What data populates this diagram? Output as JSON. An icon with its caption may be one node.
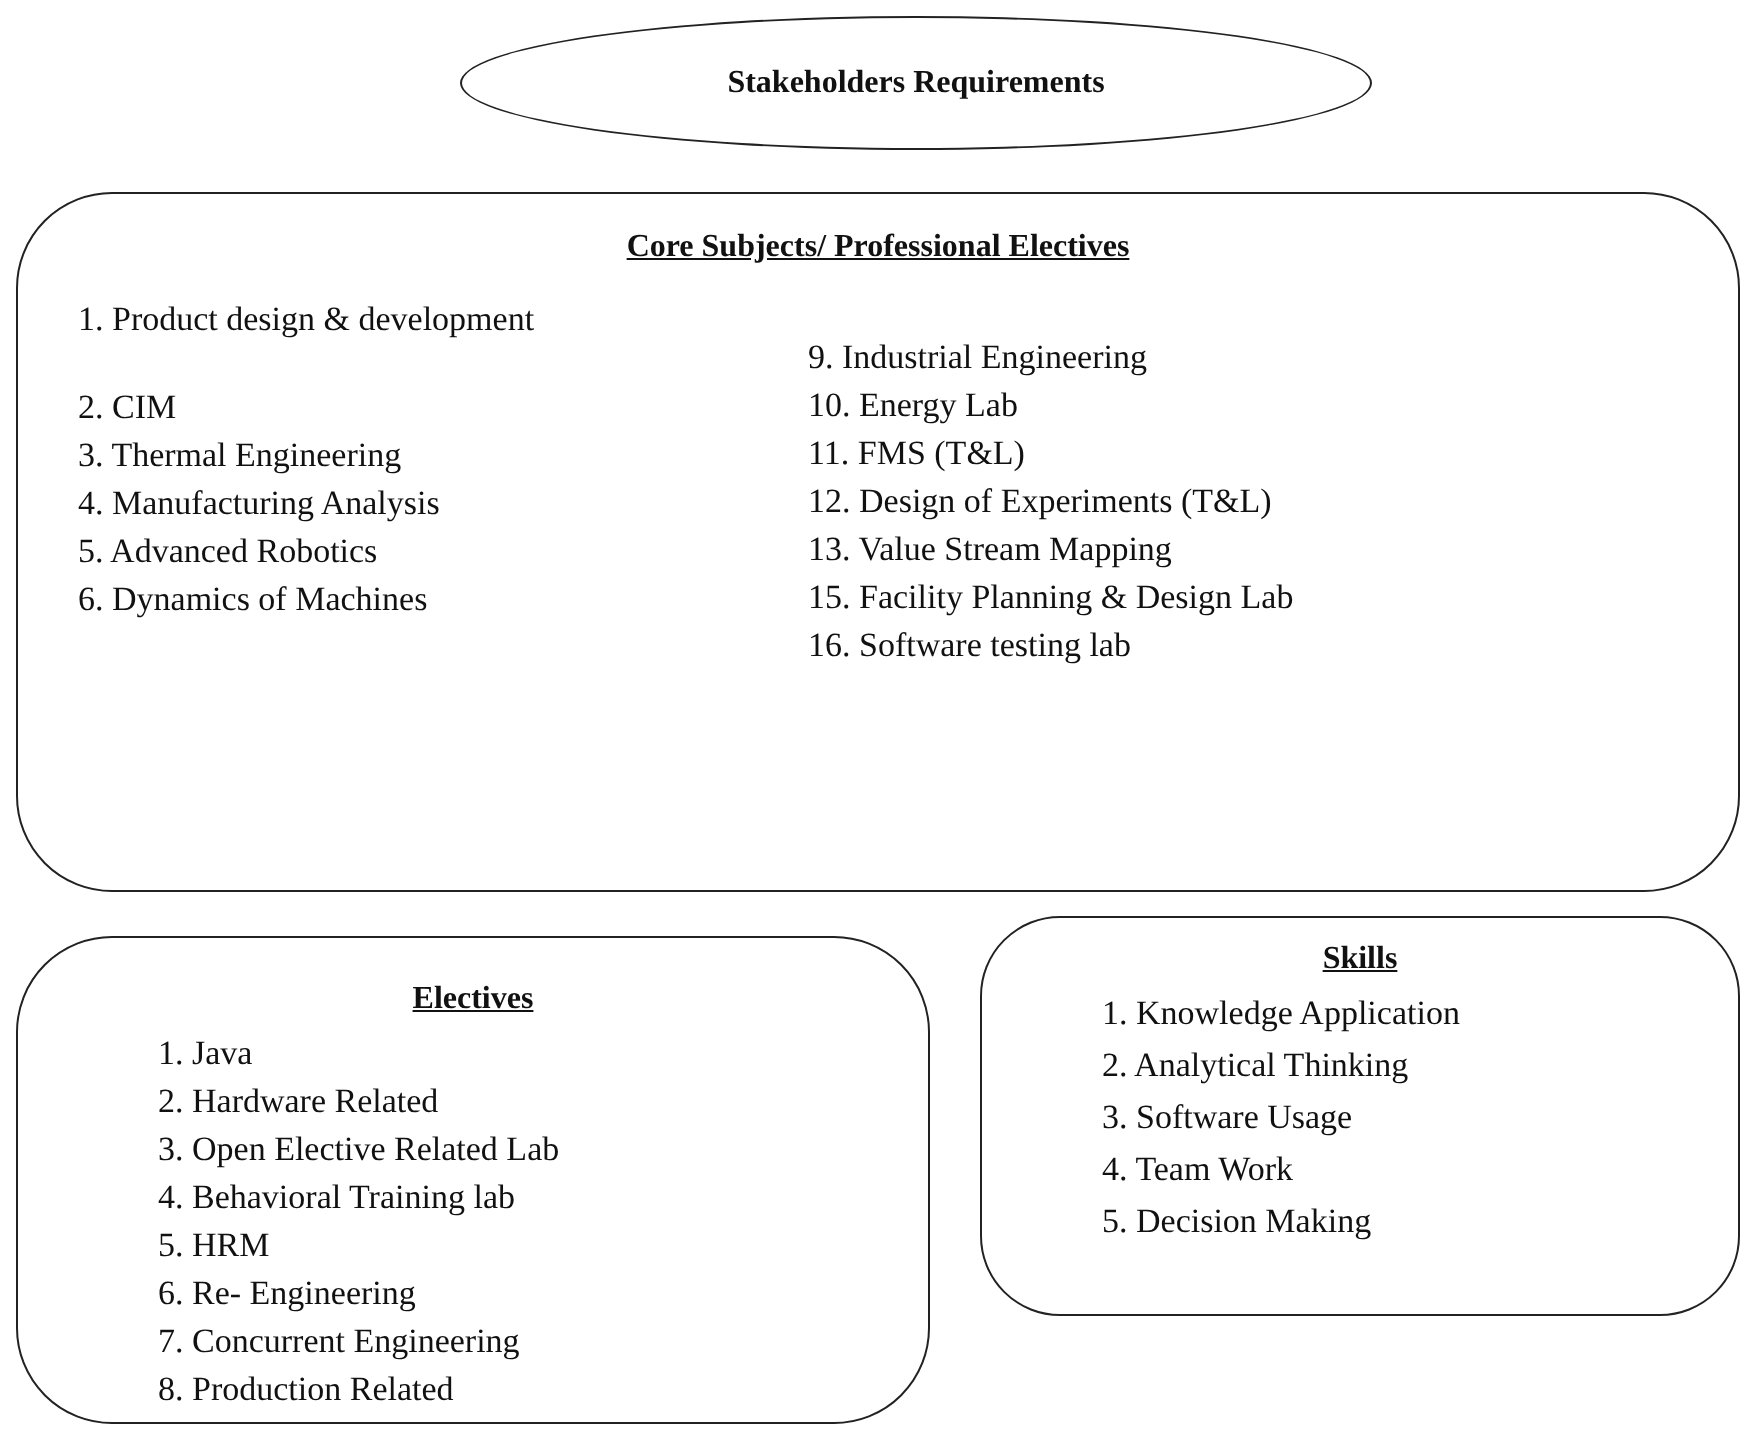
{
  "diagram": {
    "nodes": [
      {
        "text": [
          "Stakeholders Requirements"
        ]
      },
      {
        "text": [
          "Core Subjects/ Professional Electives",
          "1. Product design & development",
          "2. CIM",
          "3. Thermal Engineering",
          "4. Manufacturing Analysis",
          "5. Advanced Robotics",
          "6. Dynamics of Machines",
          "9. Industrial Engineering",
          "10. Energy Lab",
          "11. FMS (T&L)",
          "12. Design of Experiments (T&L)",
          "13. Value Stream Mapping",
          "15. Facility Planning & Design Lab",
          "16. Software testing lab"
        ]
      },
      {
        "text": [
          "Electives",
          "1. Java",
          "2. Hardware Related",
          "3. Open Elective Related Lab",
          "4. Behavioral Training lab",
          "5. HRM",
          "6. Re- Engineering",
          "7. Concurrent Engineering",
          "8. Production Related"
        ]
      },
      {
        "text": [
          "Skills",
          "1. Knowledge Application",
          "2. Analytical Thinking",
          "3. Software Usage",
          "4. Team Work",
          "5. Decision Making"
        ]
      }
    ]
  }
}
